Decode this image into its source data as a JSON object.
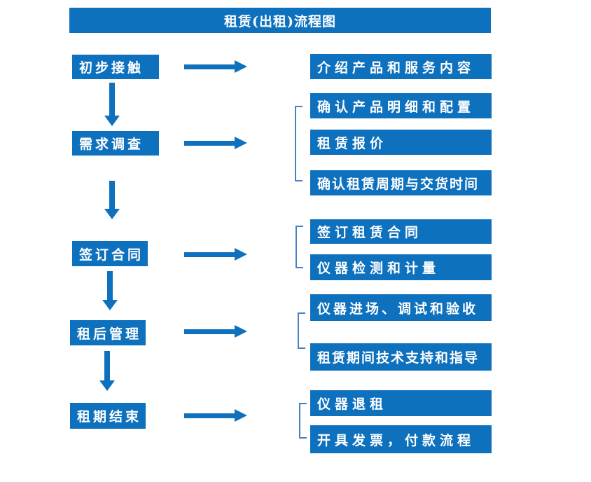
{
  "title": "租赁(出租)流程图",
  "colors": {
    "box_fill": "#0e71be",
    "arrow": "#0e71be",
    "bracket": "#4a7fc1",
    "text": "#ffffff",
    "background": "#ffffff"
  },
  "steps": [
    {
      "label": "初步接触",
      "details": [
        "介绍产品和服务内容"
      ]
    },
    {
      "label": "需求调查",
      "details": [
        "确认产品明细和配置",
        "租赁报价",
        "确认租赁周期与交货时间"
      ]
    },
    {
      "label": "签订合同",
      "details": [
        "签订租赁合同",
        "仪器检测和计量"
      ]
    },
    {
      "label": "租后管理",
      "details": [
        "仪器进场、调试和验收",
        "租赁期间技术支持和指导"
      ]
    },
    {
      "label": "租期结束",
      "details": [
        "仪器退租",
        "开具发票，付款流程"
      ]
    }
  ]
}
